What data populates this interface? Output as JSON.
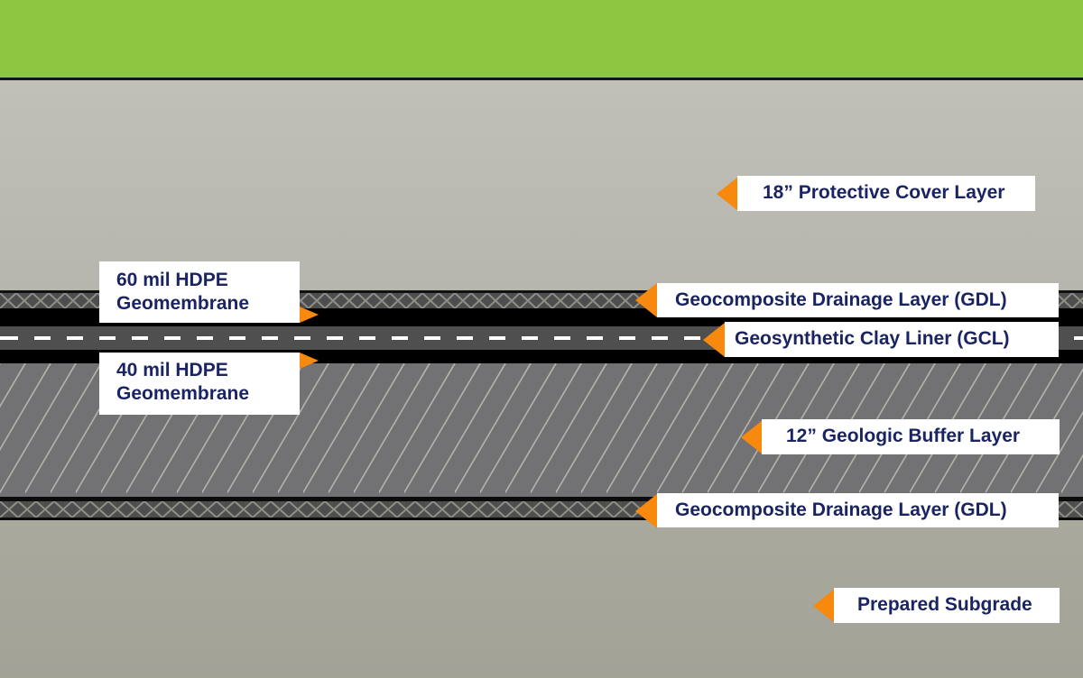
{
  "colors": {
    "grass": "#8dc63f",
    "cover": "#bdbdb5",
    "membrane": "#000000",
    "gcl": "#4f4f50",
    "buffer": "#727274",
    "subgrade": "#a7a69b",
    "label_text": "#1b2463",
    "arrow": "#f7890f"
  },
  "labels": {
    "protective_cover": "18” Protective Cover Layer",
    "hdpe60_line1": "60 mil HDPE",
    "hdpe60_line2": "Geomembrane",
    "gdl_top": "Geocomposite Drainage Layer (GDL)",
    "gcl": "Geosynthetic Clay Liner (GCL)",
    "hdpe40_line1": "40 mil HDPE",
    "hdpe40_line2": "Geomembrane",
    "geologic_buffer": "12” Geologic Buffer Layer",
    "gdl_bottom": "Geocomposite Drainage Layer (GDL)",
    "subgrade": "Prepared Subgrade"
  }
}
